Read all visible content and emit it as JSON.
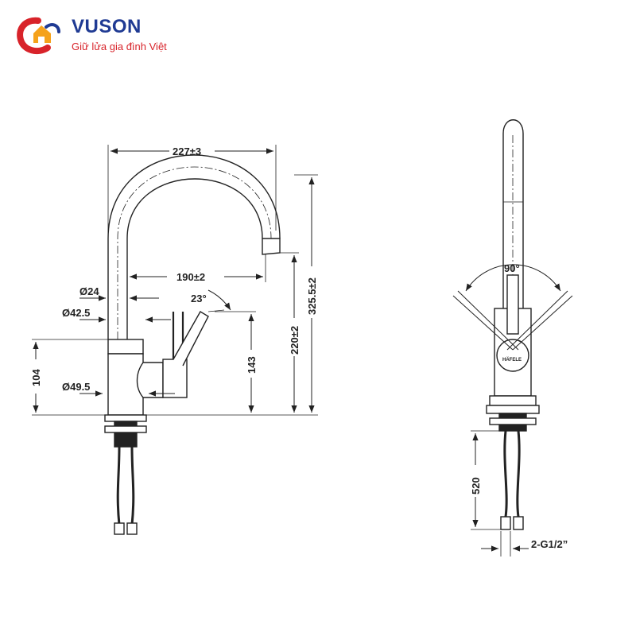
{
  "brand": {
    "name": "VUSON",
    "slogan": "Giữ lửa gia đình Việt",
    "logo_colors": {
      "primary": "#1f3a93",
      "accent": "#d8232a",
      "highlight": "#f5a21b"
    }
  },
  "drawing": {
    "front_view": {
      "dimensions": {
        "width_total": "227±3",
        "spout_reach": "190±2",
        "lever_angle": "23°",
        "pipe_diameter": "Ø24",
        "collar_diameter": "Ø42.5",
        "base_diameter": "Ø49.5",
        "body_height": "104",
        "lever_height": "143",
        "spout_height": "220±2",
        "total_height": "325.5±2"
      }
    },
    "side_view": {
      "dimensions": {
        "swivel_angle": "90°",
        "hose_length": "520",
        "connection": "2-G1/2”"
      },
      "brand_mark": "HÄFELE"
    }
  },
  "colors": {
    "line": "#222222",
    "dash": "#444444"
  }
}
